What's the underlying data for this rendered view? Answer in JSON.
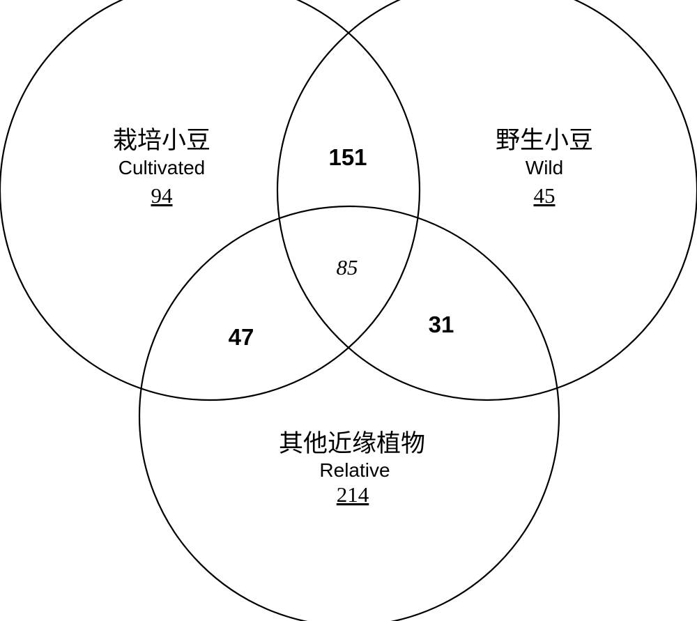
{
  "sets": {
    "cultivated": {
      "name_cn": "栽培小豆",
      "name_en": "Cultivated",
      "unique": "94"
    },
    "wild": {
      "name_cn": "野生小豆",
      "name_en": "Wild",
      "unique": "45"
    },
    "relative": {
      "name_cn": "其他近缘植物",
      "name_en": "Relative",
      "unique": "214"
    }
  },
  "overlaps": {
    "cultivated_wild": "151",
    "cultivated_relative": "47",
    "wild_relative": "31",
    "all_three": "85"
  },
  "colors": {
    "stroke": "#000000",
    "background": "#ffffff"
  }
}
